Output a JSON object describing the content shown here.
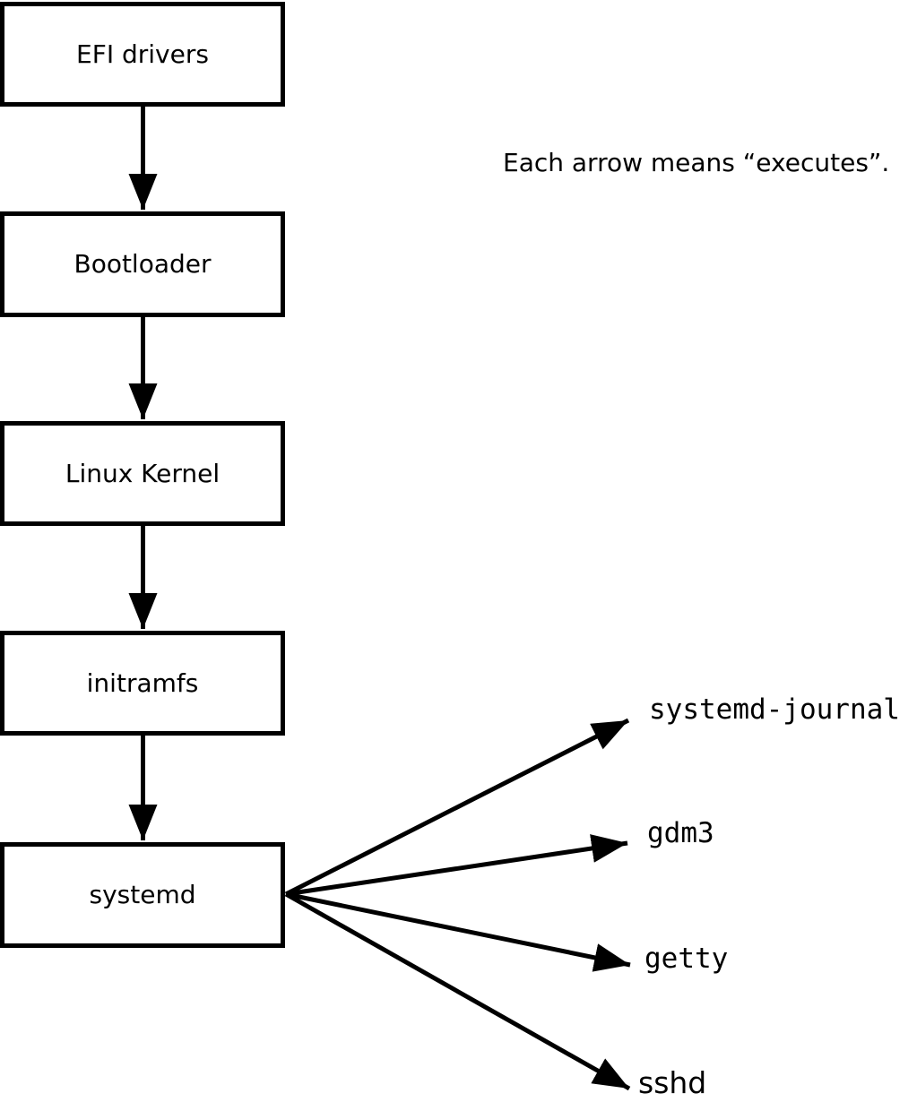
{
  "diagram": {
    "note": "Each arrow means “executes”.",
    "nodes": [
      {
        "id": "efi-drivers",
        "label": "EFI drivers"
      },
      {
        "id": "bootloader",
        "label": "Bootloader"
      },
      {
        "id": "linux-kernel",
        "label": "Linux Kernel"
      },
      {
        "id": "initramfs",
        "label": "initramfs"
      },
      {
        "id": "systemd",
        "label": "systemd"
      }
    ],
    "targets": [
      {
        "id": "systemd-journal",
        "label": "systemd-journal"
      },
      {
        "id": "gdm3",
        "label": "gdm3"
      },
      {
        "id": "getty",
        "label": "getty"
      },
      {
        "id": "sshd",
        "label": "sshd"
      }
    ],
    "colors": {
      "line": "#000000",
      "box_fill": "#ffffff",
      "text": "#000000",
      "background": "#ffffff"
    }
  }
}
